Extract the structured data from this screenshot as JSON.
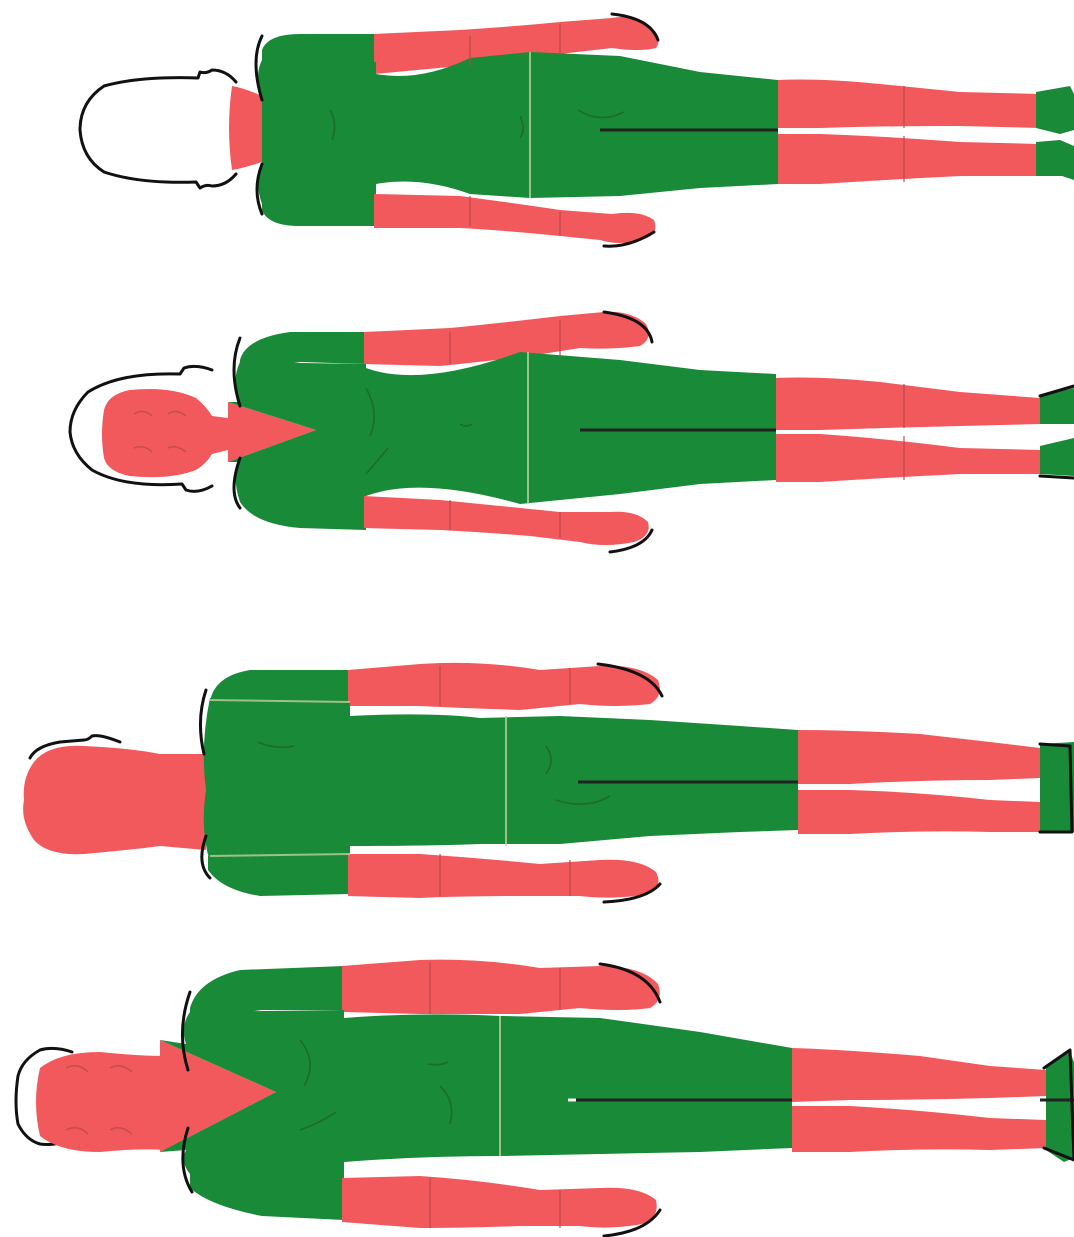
{
  "figures": [
    {
      "id": "figure-1",
      "view": "back",
      "head": "outline",
      "neck": "red-back"
    },
    {
      "id": "figure-2",
      "view": "front",
      "head": "red-face",
      "neck": "v-neck"
    },
    {
      "id": "figure-3",
      "view": "back",
      "head": "red-full",
      "neck": "red-back"
    },
    {
      "id": "figure-4",
      "view": "front",
      "head": "red-face",
      "neck": "v-neck"
    }
  ],
  "colors": {
    "covered": "#198a37",
    "exposed": "#f2595c",
    "outline": "#111111",
    "background": "#ffffff"
  }
}
